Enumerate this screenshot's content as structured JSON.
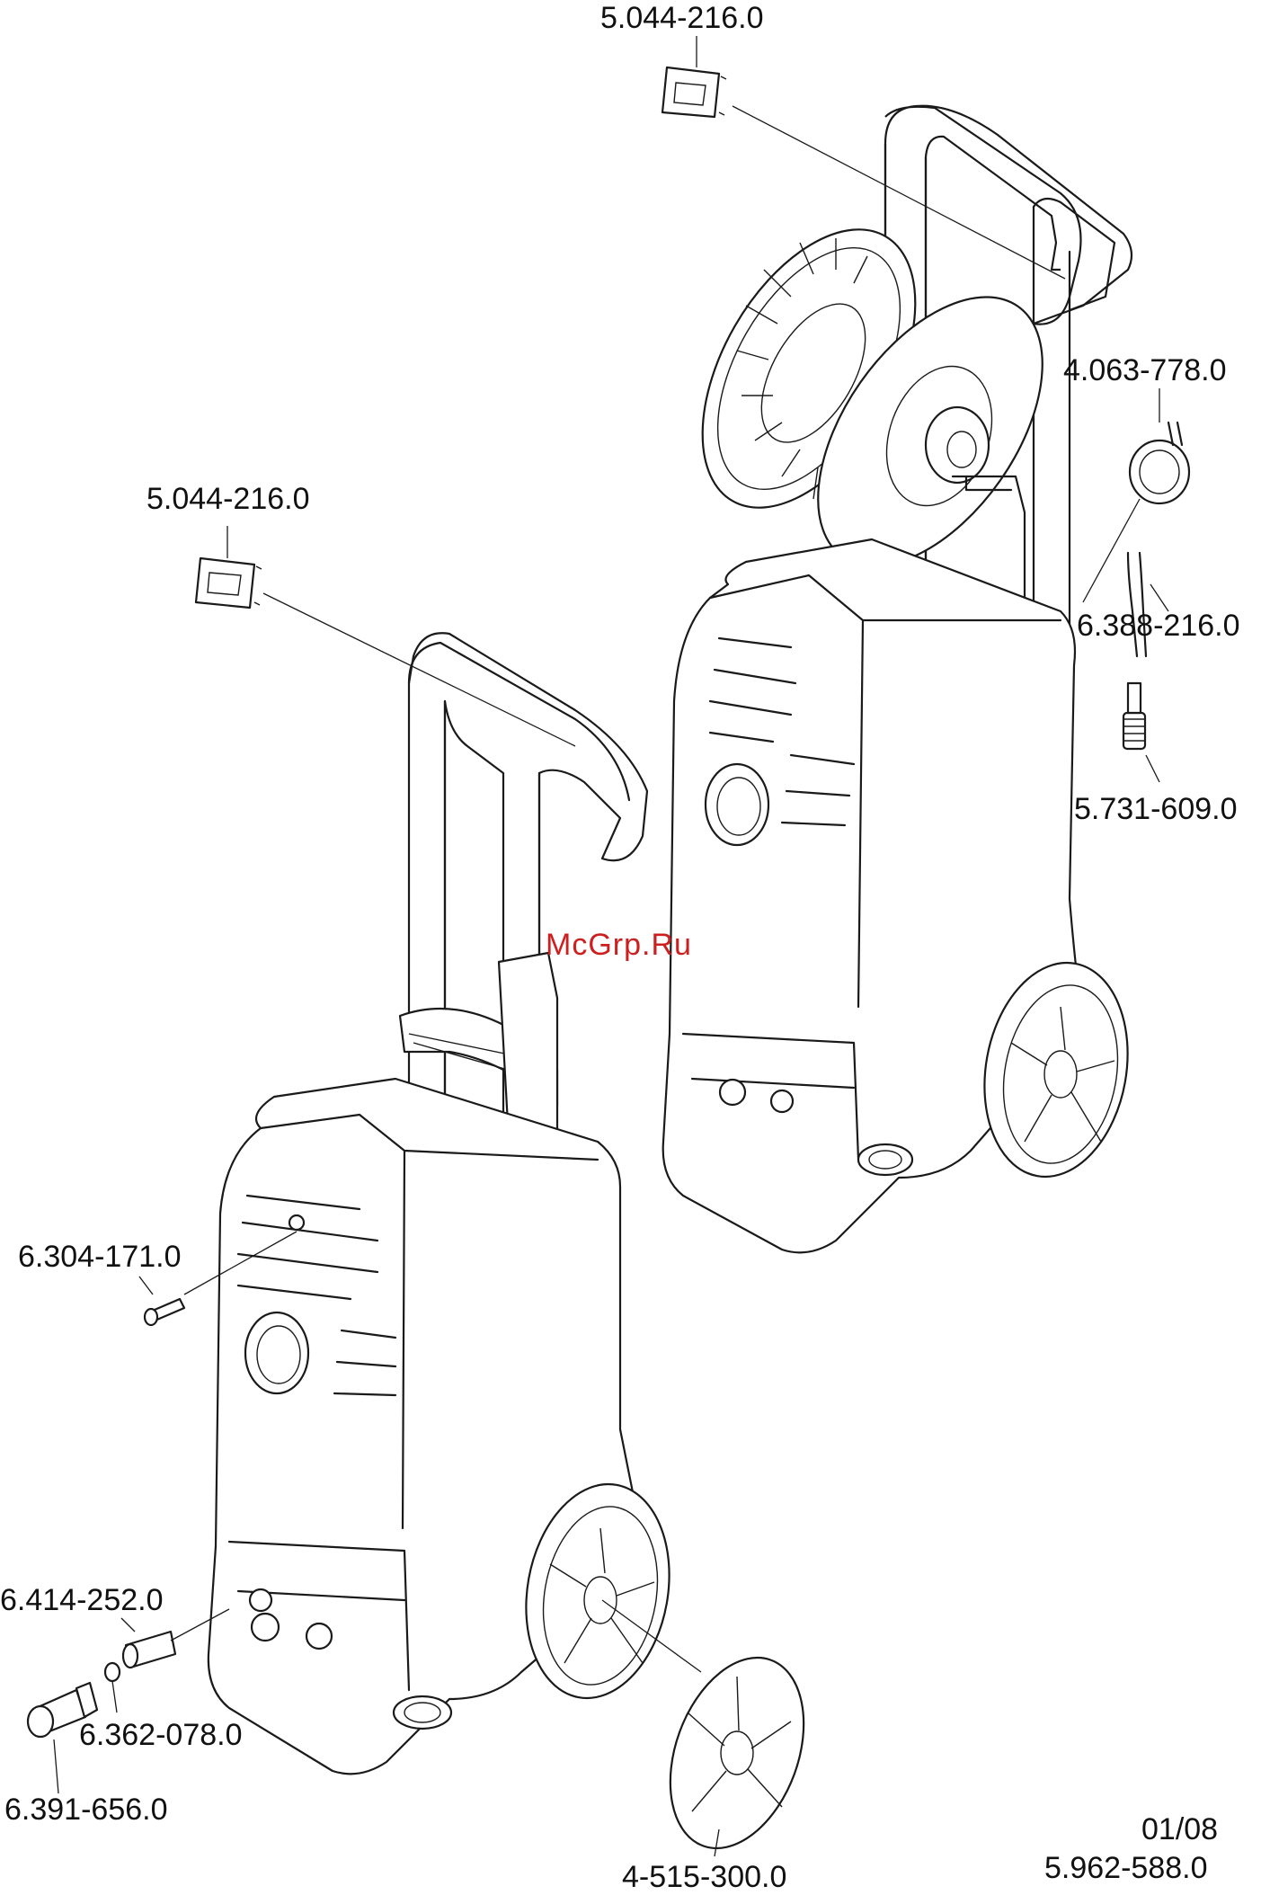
{
  "watermark": {
    "text": "McGrp.Ru",
    "color": "#cc1f1f"
  },
  "callouts": {
    "clip_top": "5.044-216.0",
    "clip_left": "5.044-216.0",
    "connector": "4.063-778.0",
    "hose": "6.388-216.0",
    "filter": "5.731-609.0",
    "screw": "6.304-171.0",
    "nipple": "6.414-252.0",
    "oring": "6.362-078.0",
    "coupling": "6.391-656.0",
    "hubcap": "4-515-300.0"
  },
  "footer": {
    "date": "01/08",
    "doc_number": "5.962-588.0"
  },
  "colors": {
    "line": "#1a1a1a",
    "background": "#ffffff"
  }
}
